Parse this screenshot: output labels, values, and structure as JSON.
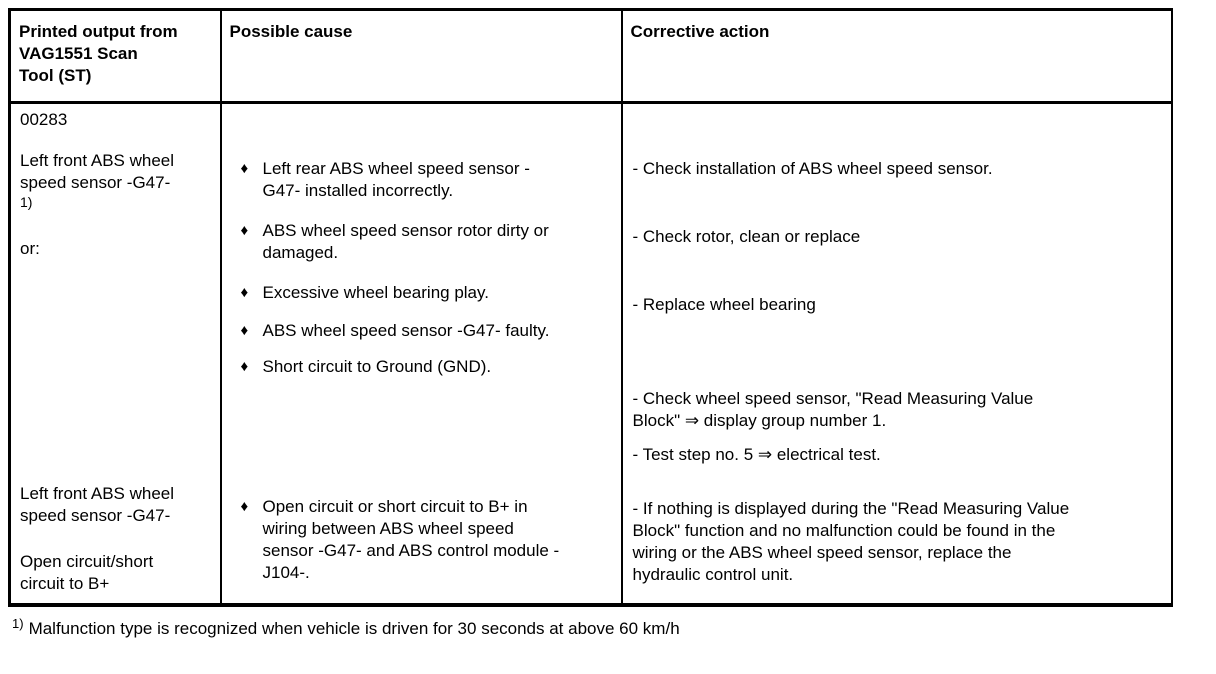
{
  "table": {
    "headers": [
      "Printed output from\nVAG1551 Scan\nTool (ST)",
      "Possible cause",
      "Corrective action"
    ],
    "bullet_glyph": "♦",
    "row1": {
      "code": "00283",
      "fault": "Left front ABS wheel speed sensor -G47-",
      "footnote_ref": "1)",
      "or_label": "or:",
      "causes": [
        "Left rear ABS wheel speed sensor - G47- installed incorrectly.",
        "ABS wheel speed sensor rotor dirty or damaged.",
        "Excessive wheel bearing play.",
        "ABS wheel speed sensor -G47- faulty.",
        "Short circuit to Ground (GND)."
      ],
      "actions": [
        "- Check installation of ABS wheel speed sensor.",
        "- Check rotor, clean or replace",
        "- Replace wheel bearing",
        "- Check wheel speed sensor, \"Read Measuring Value Block\" ⇒ display group number 1.",
        "- Test step no. 5 ⇒  electrical test."
      ]
    },
    "row2": {
      "fault": "Left front ABS wheel speed sensor -G47-",
      "condition": "Open circuit/short circuit to B+",
      "causes": [
        "Open circuit or short circuit to B+ in wiring between ABS wheel speed sensor -G47- and ABS control module -J104-."
      ],
      "actions": [
        "- If nothing is displayed during the \"Read Measuring Value Block\" function and no malfunction could be found in the wiring or the ABS wheel speed sensor, replace the hydraulic control unit."
      ]
    }
  },
  "footnote": {
    "ref": "1)",
    "text": "Malfunction type is recognized when vehicle is driven for 30 seconds at above 60 km/h"
  }
}
